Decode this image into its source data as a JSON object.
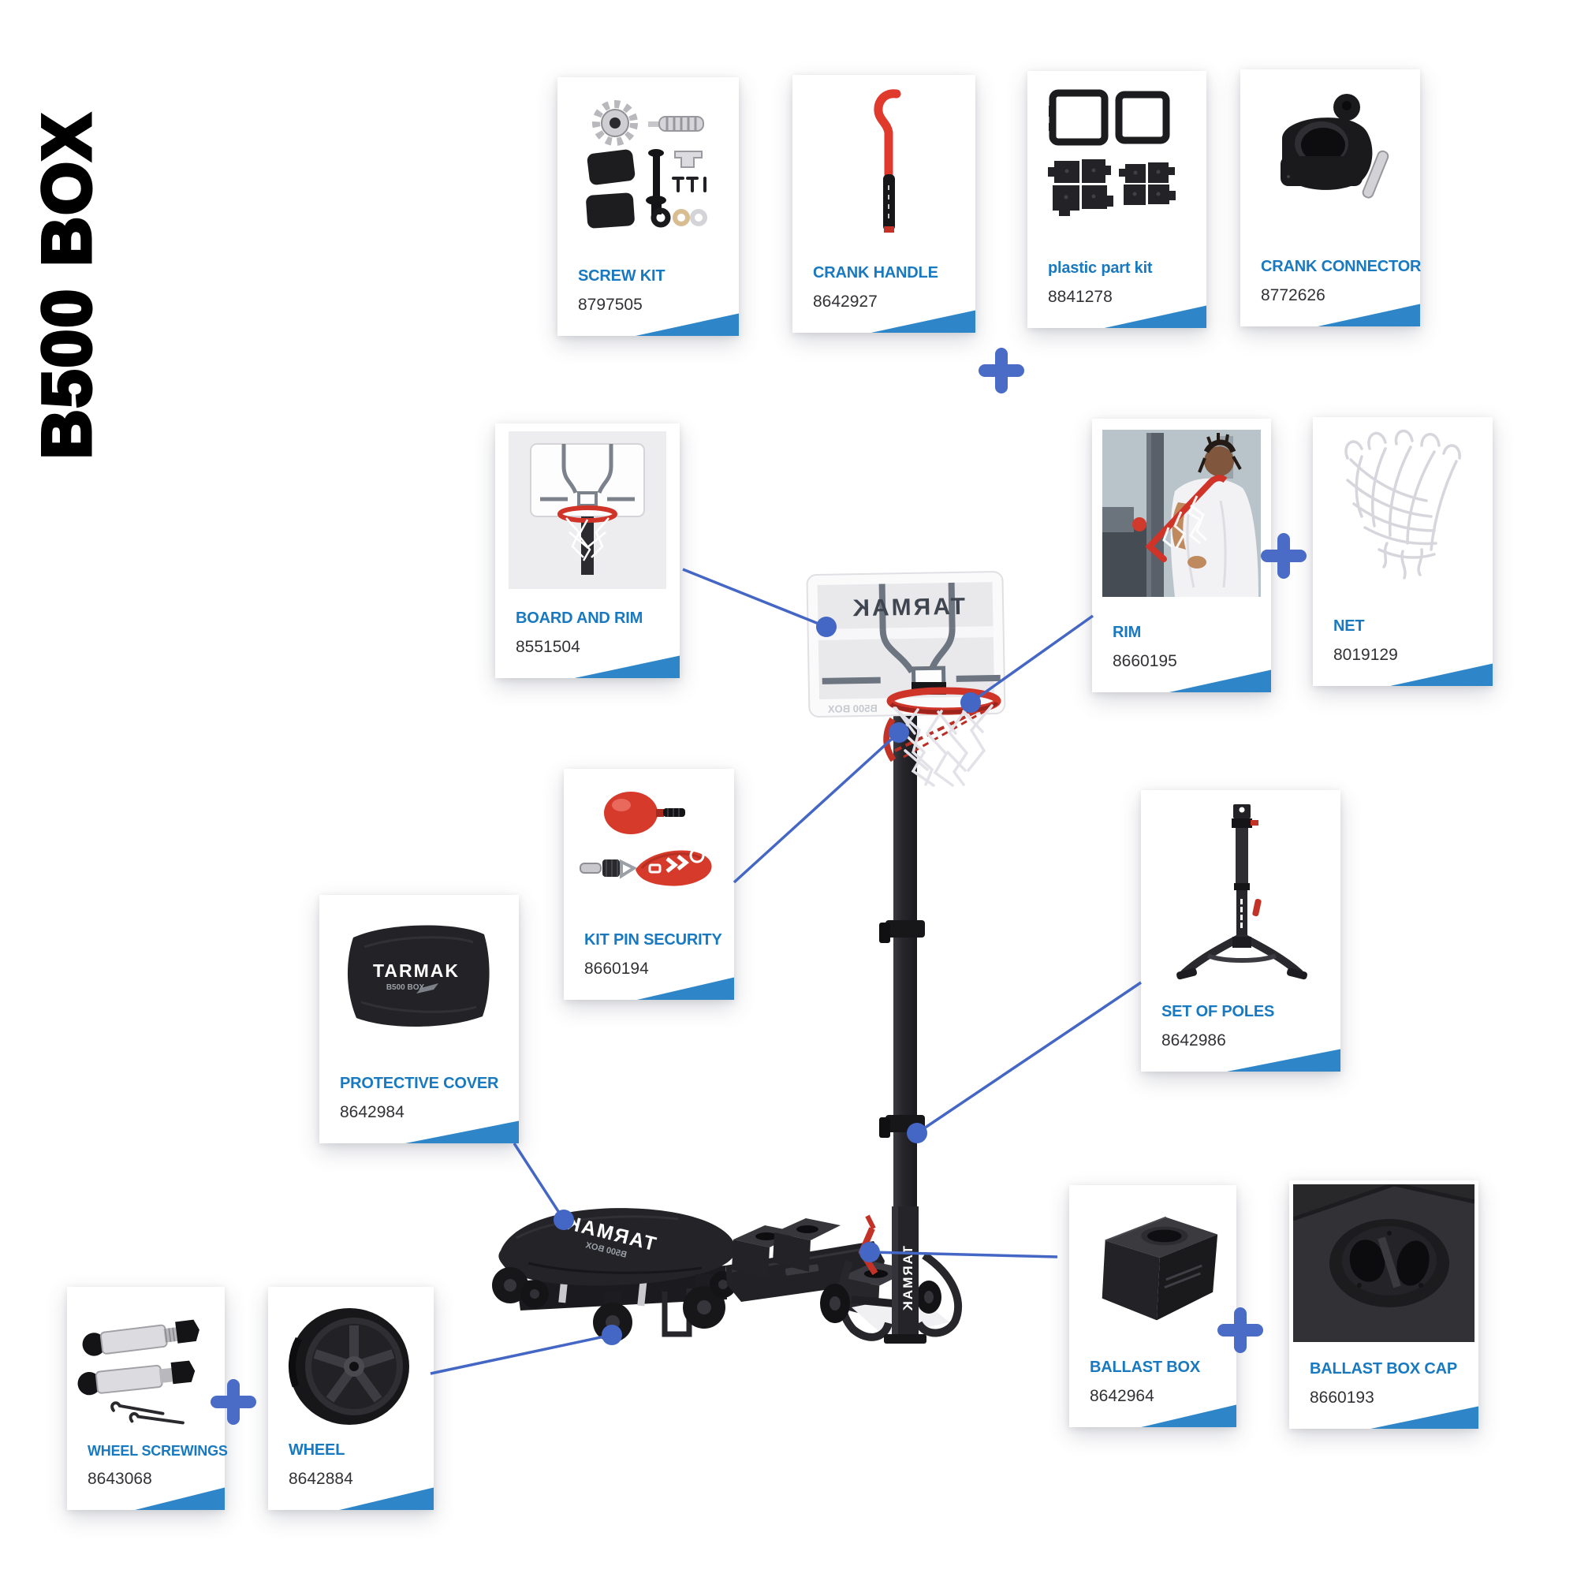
{
  "page_title": "B500 BOX",
  "brand": {
    "name": "TARMAK",
    "box": "B500 BOX"
  },
  "colors": {
    "title_blue": "#1879c0",
    "wedge_blue": "#2e86c8",
    "connector_blue": "#4466c4",
    "plus_blue": "#4a6cc6",
    "part_text": "#323236",
    "rim_red": "#cf3429"
  },
  "cards": [
    {
      "id": "screw-kit",
      "title": "SCREW KIT",
      "part": "8797505"
    },
    {
      "id": "crank-handle",
      "title": "CRANK HANDLE",
      "part": "8642927"
    },
    {
      "id": "plastic-part-kit",
      "title": "plastic part kit",
      "part": "8841278"
    },
    {
      "id": "crank-connector",
      "title": "CRANK CONNECTOR",
      "part": "8772626"
    },
    {
      "id": "board-and-rim",
      "title": "BOARD AND RIM",
      "part": "8551504"
    },
    {
      "id": "rim",
      "title": "RIM",
      "part": "8660195"
    },
    {
      "id": "net",
      "title": "NET",
      "part": "8019129"
    },
    {
      "id": "kit-pin-security",
      "title": "KIT PIN SECURITY",
      "part": "8660194"
    },
    {
      "id": "set-of-poles",
      "title": "SET OF POLES",
      "part": "8642986"
    },
    {
      "id": "protective-cover",
      "title": "PROTECTIVE COVER",
      "part": "8642984"
    },
    {
      "id": "ballast-box",
      "title": "BALLAST BOX",
      "part": "8642964"
    },
    {
      "id": "ballast-box-cap",
      "title": "BALLAST BOX CAP",
      "part": "8660193"
    },
    {
      "id": "wheel-screwings",
      "title": "WHEEL SCREWINGS",
      "part": "8643068"
    },
    {
      "id": "wheel",
      "title": "WHEEL",
      "part": "8642884"
    }
  ]
}
